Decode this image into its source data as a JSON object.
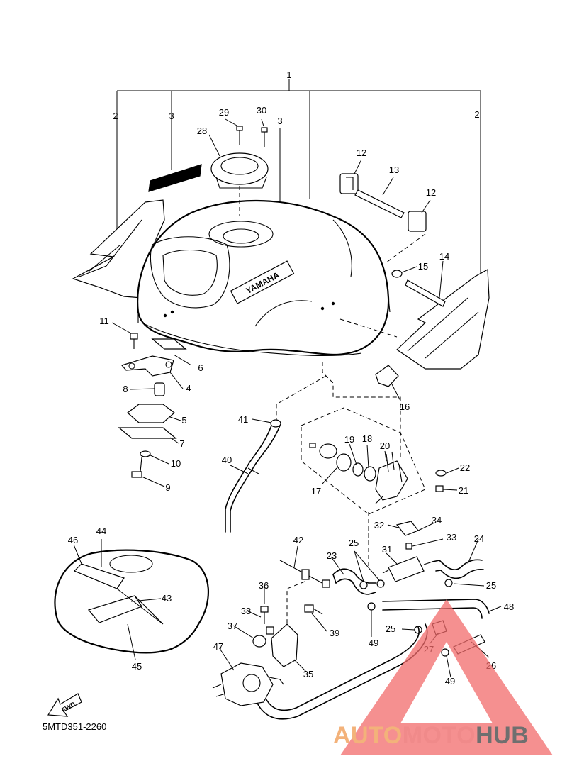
{
  "diagram": {
    "code": "5MTD351-2260",
    "tank_emblem": "YAMAHA",
    "fwd_label": "FWD",
    "callouts": [
      {
        "id": "c1",
        "label": "1"
      },
      {
        "id": "c2a",
        "label": "2"
      },
      {
        "id": "c2b",
        "label": "2"
      },
      {
        "id": "c3a",
        "label": "3"
      },
      {
        "id": "c3b",
        "label": "3"
      },
      {
        "id": "c4",
        "label": "4"
      },
      {
        "id": "c5",
        "label": "5"
      },
      {
        "id": "c6",
        "label": "6"
      },
      {
        "id": "c7",
        "label": "7"
      },
      {
        "id": "c8",
        "label": "8"
      },
      {
        "id": "c9",
        "label": "9"
      },
      {
        "id": "c10",
        "label": "10"
      },
      {
        "id": "c11",
        "label": "11"
      },
      {
        "id": "c12a",
        "label": "12"
      },
      {
        "id": "c12b",
        "label": "12"
      },
      {
        "id": "c13",
        "label": "13"
      },
      {
        "id": "c14",
        "label": "14"
      },
      {
        "id": "c15",
        "label": "15"
      },
      {
        "id": "c16",
        "label": "16"
      },
      {
        "id": "c17",
        "label": "17"
      },
      {
        "id": "c18",
        "label": "18"
      },
      {
        "id": "c19",
        "label": "19"
      },
      {
        "id": "c20",
        "label": "20"
      },
      {
        "id": "c21",
        "label": "21"
      },
      {
        "id": "c22",
        "label": "22"
      },
      {
        "id": "c23",
        "label": "23"
      },
      {
        "id": "c24",
        "label": "24"
      },
      {
        "id": "c25a",
        "label": "25"
      },
      {
        "id": "c25b",
        "label": "25"
      },
      {
        "id": "c25c",
        "label": "25"
      },
      {
        "id": "c26",
        "label": "26"
      },
      {
        "id": "c27",
        "label": "27"
      },
      {
        "id": "c28",
        "label": "28"
      },
      {
        "id": "c29",
        "label": "29"
      },
      {
        "id": "c30",
        "label": "30"
      },
      {
        "id": "c31",
        "label": "31"
      },
      {
        "id": "c32",
        "label": "32"
      },
      {
        "id": "c33",
        "label": "33"
      },
      {
        "id": "c34",
        "label": "34"
      },
      {
        "id": "c35",
        "label": "35"
      },
      {
        "id": "c36",
        "label": "36"
      },
      {
        "id": "c37",
        "label": "37"
      },
      {
        "id": "c38",
        "label": "38"
      },
      {
        "id": "c39",
        "label": "39"
      },
      {
        "id": "c40",
        "label": "40"
      },
      {
        "id": "c41",
        "label": "41"
      },
      {
        "id": "c42",
        "label": "42"
      },
      {
        "id": "c43",
        "label": "43"
      },
      {
        "id": "c44",
        "label": "44"
      },
      {
        "id": "c45",
        "label": "45"
      },
      {
        "id": "c46",
        "label": "46"
      },
      {
        "id": "c47",
        "label": "47"
      },
      {
        "id": "c48",
        "label": "48"
      },
      {
        "id": "c49a",
        "label": "49"
      },
      {
        "id": "c49b",
        "label": "49"
      }
    ]
  },
  "watermark": {
    "part1": "AUTO",
    "part2": "MOTO",
    "part3": "HUB",
    "logo": "red-triangle-logo",
    "colors": {
      "auto": "#f3b27a",
      "moto": "#f08a8a",
      "hub": "#6f6f6f",
      "triangle": "#f26b6b"
    }
  }
}
